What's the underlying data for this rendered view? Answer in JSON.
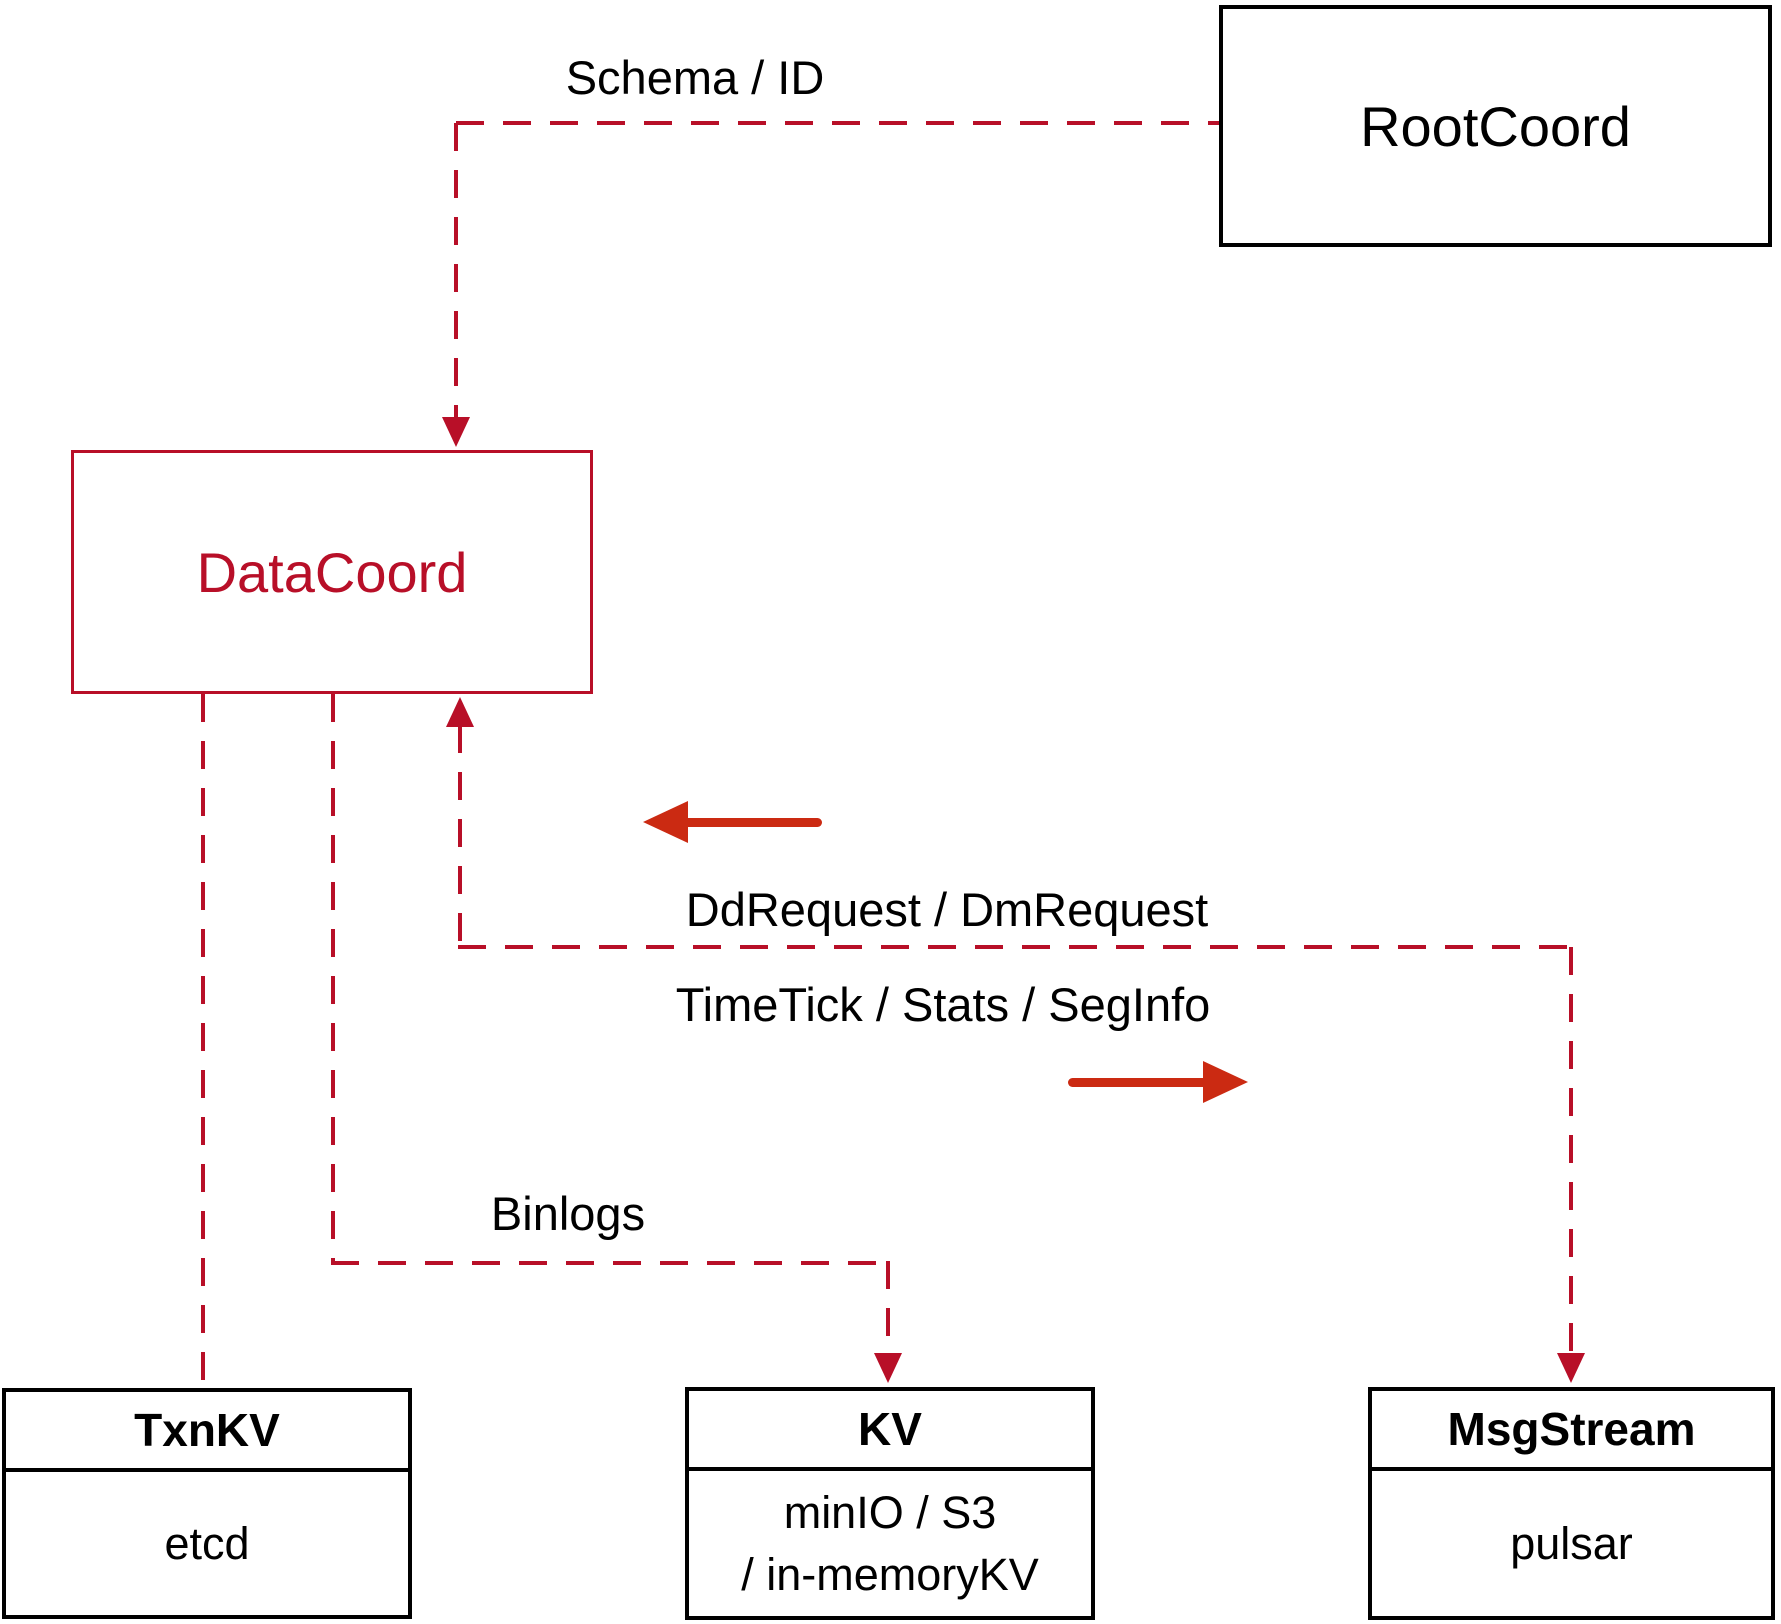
{
  "colors": {
    "crimson": "#b80f28",
    "arrow-red": "#cb2a12",
    "ink": "#000000"
  },
  "nodes": {
    "rootcoord": {
      "label": "RootCoord"
    },
    "datacoord": {
      "label": "DataCoord"
    },
    "txnkv": {
      "title": "TxnKV",
      "body": "etcd"
    },
    "kv": {
      "title": "KV",
      "body_lines": [
        "minIO / S3",
        "/ in-memoryKV"
      ]
    },
    "msgstream": {
      "title": "MsgStream",
      "body": "pulsar"
    }
  },
  "edge_labels": {
    "schema_id": "Schema / ID",
    "dd_dm_request": "DdRequest / DmRequest",
    "timetick_stats_seginfo": "TimeTick / Stats / SegInfo",
    "binlogs": "Binlogs"
  }
}
